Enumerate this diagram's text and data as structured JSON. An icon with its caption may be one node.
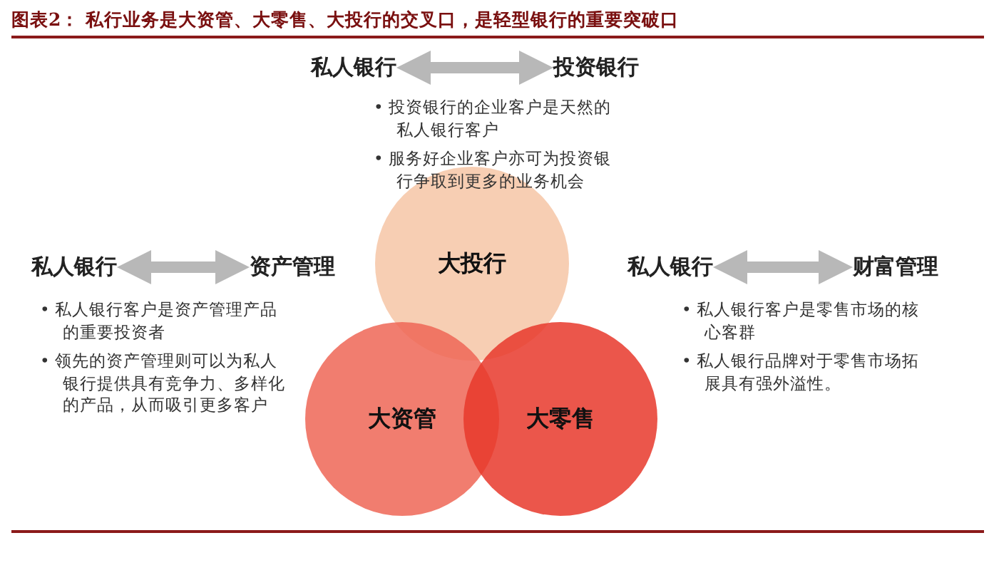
{
  "diagram": {
    "title": "图表2： 私行业务是大资管、大零售、大投行的交叉口，是轻型银行的重要突破口",
    "nodes": [
      {
        "text": [
          "私人银行"
        ]
      },
      {
        "text": [
          "投资银行"
        ]
      },
      {
        "text": [
          "私人银行"
        ]
      },
      {
        "text": [
          "资产管理"
        ]
      },
      {
        "text": [
          "私人银行"
        ]
      },
      {
        "text": [
          "财富管理"
        ]
      },
      {
        "text": [
          "大投行"
        ]
      },
      {
        "text": [
          "大资管"
        ]
      },
      {
        "text": [
          "大零售"
        ]
      }
    ],
    "edges": [
      {
        "from": 0,
        "to": 1,
        "arrow": "both"
      },
      {
        "from": 2,
        "to": 3,
        "arrow": "both"
      },
      {
        "from": 4,
        "to": 5,
        "arrow": "both"
      }
    ],
    "labels": [
      "• 投资银行的企业客户是天然的私人银行客户",
      "• 服务好企业客户亦可为投资银行争取到更多的业务机会",
      "• 私人银行客户是资产管理产品的重要投资者",
      "• 领先的资产管理则可以为私人银行提供具有竞争力、多样化的产品，从而吸引更多客户",
      "• 私人银行客户是零售市场的核心客群",
      "• 私人银行品牌对于零售市场拓展具有强外溢性。"
    ]
  }
}
